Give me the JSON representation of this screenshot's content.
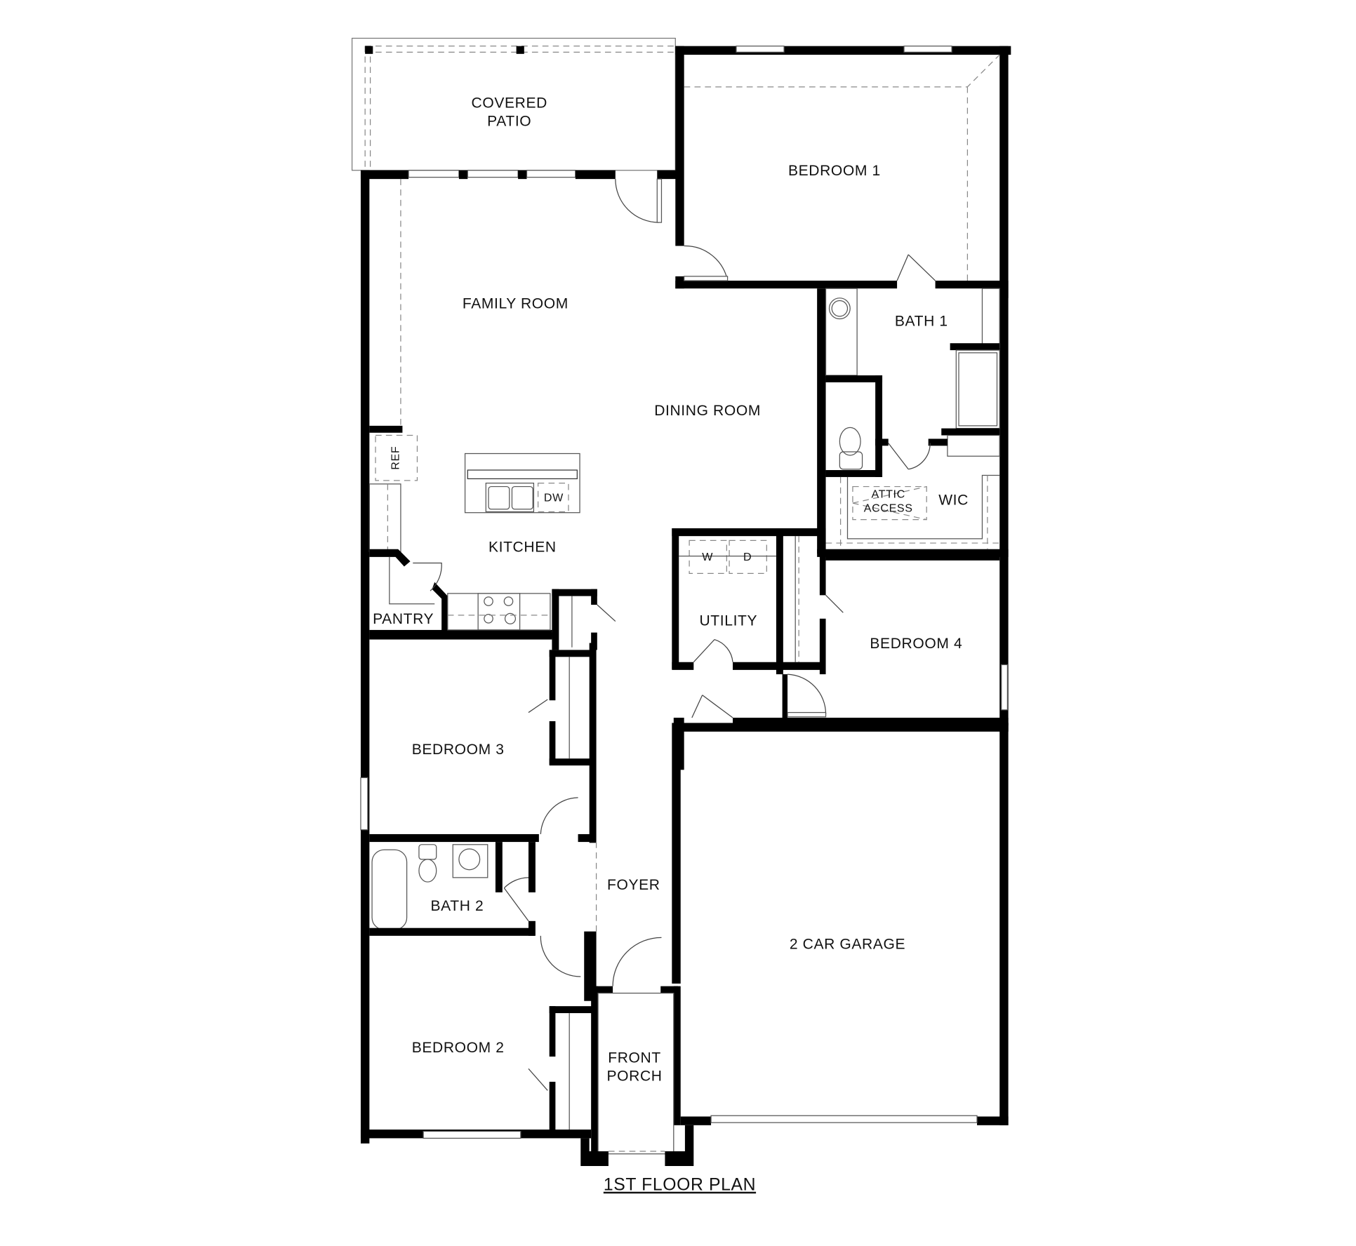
{
  "plan": {
    "title": "1ST FLOOR PLAN",
    "rooms": {
      "covered_patio": [
        "COVERED",
        "PATIO"
      ],
      "bedroom_1": "BEDROOM 1",
      "family_room": "FAMILY ROOM",
      "dining_room": "DINING ROOM",
      "bath_1": "BATH 1",
      "attic_access": [
        "ATTIC",
        "ACCESS"
      ],
      "wic": "WIC",
      "kitchen": "KITCHEN",
      "pantry": "PANTRY",
      "utility": "UTILITY",
      "bedroom_4": "BEDROOM 4",
      "bedroom_3": "BEDROOM 3",
      "bath_2": "BATH 2",
      "foyer": "FOYER",
      "two_car_garage": "2 CAR GARAGE",
      "bedroom_2": "BEDROOM 2",
      "front_porch": [
        "FRONT",
        "PORCH"
      ]
    },
    "fixtures": {
      "refrigerator": "REF",
      "dishwasher": "DW",
      "washer": "W",
      "dryer": "D"
    }
  }
}
